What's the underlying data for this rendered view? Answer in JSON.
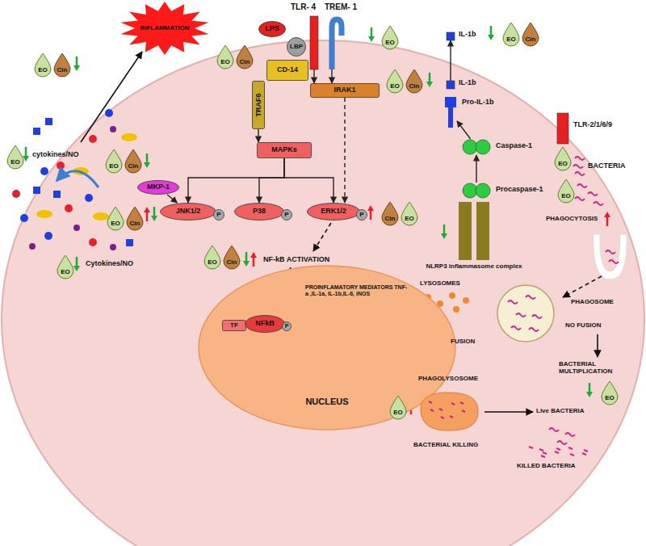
{
  "diagram": {
    "nodes": [
      {
        "text": [
          "INFLAMMATION"
        ]
      },
      {
        "text": [
          "LPS"
        ]
      },
      {
        "text": [
          "LBP"
        ]
      },
      {
        "text": [
          "CD-14"
        ]
      },
      {
        "text": [
          "TLR- 4"
        ]
      },
      {
        "text": [
          "TREM- 1"
        ]
      },
      {
        "text": [
          "IRAK1"
        ]
      },
      {
        "text": [
          "TRAF6"
        ]
      },
      {
        "text": [
          "MAPKs"
        ]
      },
      {
        "text": [
          "JNK1/2"
        ]
      },
      {
        "text": [
          "P"
        ]
      },
      {
        "text": [
          "P38"
        ]
      },
      {
        "text": [
          "P"
        ]
      },
      {
        "text": [
          "ERK1/2"
        ]
      },
      {
        "text": [
          "P"
        ]
      },
      {
        "text": [
          "MKP-1"
        ]
      },
      {
        "text": [
          "NUCLEUS"
        ]
      },
      {
        "text": [
          "TF"
        ],
        "in": 16
      },
      {
        "text": [
          "NFkB"
        ],
        "in": 16
      },
      {
        "text": [
          "P"
        ],
        "in": 16
      },
      {
        "text": [
          "IL-1b"
        ]
      },
      {
        "text": [
          "IL-1b"
        ]
      },
      {
        "text": [
          "Pro-IL-1b"
        ]
      },
      {
        "text": [
          "Caspase-1"
        ]
      },
      {
        "text": [
          "Procaspase-1"
        ]
      },
      {
        "text": [
          "NLRP3 inflammasome complex"
        ]
      },
      {
        "text": [
          "TLR-2/1/6/9"
        ]
      },
      {
        "text": [
          "PHAGOSOME"
        ]
      },
      {
        "text": [
          "PHAGOLYSOSOME"
        ]
      },
      {
        "text": [
          "EO"
        ]
      },
      {
        "text": [
          "Cin"
        ]
      },
      {
        "text": [
          "EO"
        ]
      },
      {
        "text": [
          "EO"
        ]
      },
      {
        "text": [
          "Cin"
        ]
      },
      {
        "text": [
          "EO"
        ]
      },
      {
        "text": [
          "EO"
        ]
      },
      {
        "text": [
          "Cin"
        ]
      },
      {
        "text": [
          "EO"
        ]
      },
      {
        "text": [
          "Cin"
        ]
      },
      {
        "text": [
          "EO"
        ]
      },
      {
        "text": [
          "Cin"
        ]
      },
      {
        "text": [
          "EO"
        ]
      },
      {
        "text": [
          "Cin"
        ]
      },
      {
        "text": [
          "Cin"
        ]
      },
      {
        "text": [
          "EO"
        ]
      },
      {
        "text": [
          "EO"
        ]
      },
      {
        "text": [
          "Cin"
        ]
      },
      {
        "text": [
          "EO"
        ]
      },
      {
        "text": [
          "EO"
        ]
      },
      {
        "text": [
          "EO"
        ]
      },
      {
        "text": [
          "EO"
        ]
      },
      {
        "text": [
          "EO"
        ]
      }
    ],
    "edges": [
      {
        "from": 4,
        "to": 6,
        "arrow": "to"
      },
      {
        "from": 5,
        "to": 6,
        "arrow": "to"
      },
      {
        "from": 7,
        "to": 8,
        "arrow": "to"
      },
      {
        "from": 8,
        "to": 9,
        "arrow": "to"
      },
      {
        "from": 8,
        "to": 11,
        "arrow": "to"
      },
      {
        "from": 8,
        "to": 13,
        "arrow": "to"
      },
      {
        "from": 6,
        "to": 13,
        "arrow": "to"
      },
      {
        "from": 15,
        "to": 9,
        "arrow": "to"
      },
      {
        "from": 24,
        "to": 23,
        "arrow": "to"
      },
      {
        "from": 23,
        "to": 22,
        "arrow": "to"
      },
      {
        "from": 21,
        "to": 20,
        "arrow": "to"
      }
    ],
    "labels": [
      "cytokines/NO",
      "Cytokines/NO",
      "NF-kB ACTIVATION",
      "PROINFLAMATORY MEDIATORS TNF-a ,IL-1a, IL-1b,IL-6, iNOS",
      "BACTERIA",
      "PHAGOCYTOSIS",
      "LYSOSOMES",
      "FUSION",
      "NO FUSION",
      "BACTERIAL MULTIPLICATION",
      "BACTERIAL KILLING",
      "Live BACTERIA",
      "KILLED BACTERIA"
    ]
  }
}
